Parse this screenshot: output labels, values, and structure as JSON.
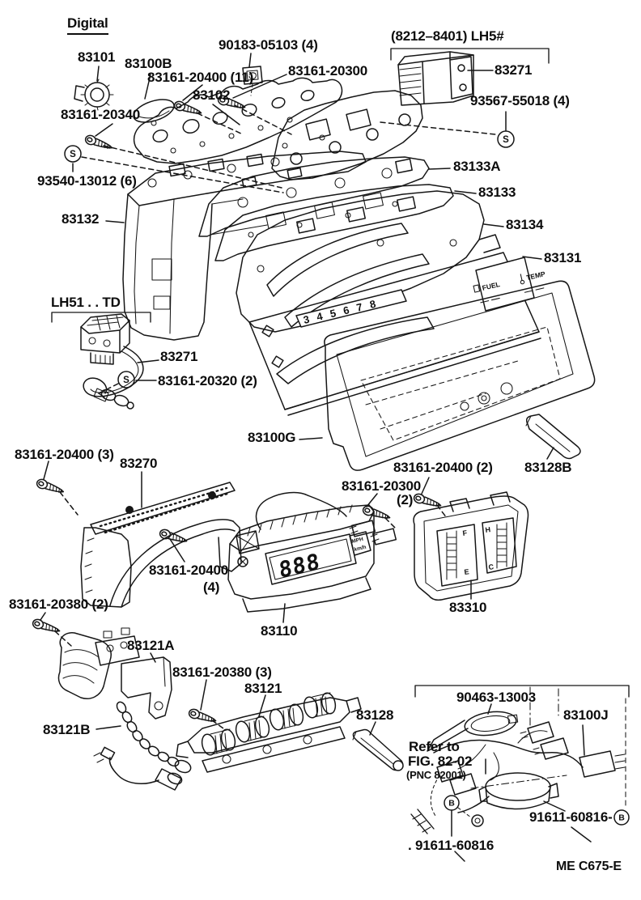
{
  "page": {
    "background": "#ffffff",
    "ink": "#161616",
    "footer_code": "ME  C675-E"
  },
  "headings": {
    "digital": "Digital",
    "variant_top": "(8212–8401)  LH5#",
    "variant_left": "LH51 . . TD"
  },
  "note": {
    "line1": "Refer to",
    "line2": "FIG. 82-02",
    "line3": "(PNC 82001)"
  },
  "symbols": {
    "s": "S",
    "b": "B"
  },
  "dial": {
    "scale_numbers": "3 4 5 6 7 8",
    "fuel": "FUEL",
    "temp": "TEMP"
  },
  "display": {
    "digits": "888",
    "unit_top": "MPH",
    "unit_bottom": "km/h"
  },
  "gauge": {
    "f": "F",
    "e": "E",
    "h": "H",
    "c": "C"
  },
  "callouts": [
    {
      "text": "83101"
    },
    {
      "text": "83100B"
    },
    {
      "text": "90183-05103 (4)"
    },
    {
      "text": "83161-20400 (11)"
    },
    {
      "text": "83161-20300"
    },
    {
      "text": "83102"
    },
    {
      "text": "83271"
    },
    {
      "text": "93567-55018 (4)"
    },
    {
      "text": "83161-20340"
    },
    {
      "text": "93540-13012 (6)"
    },
    {
      "text": "83133A"
    },
    {
      "text": "83133"
    },
    {
      "text": "83132"
    },
    {
      "text": "83134"
    },
    {
      "text": "83131"
    },
    {
      "text": "83271"
    },
    {
      "text": "83161-20320 (2)"
    },
    {
      "text": "83100G"
    },
    {
      "text": "83161-20400 (3)"
    },
    {
      "text": "83270"
    },
    {
      "text": "83161-20400 (2)"
    },
    {
      "text": "83161-20300"
    },
    {
      "text": "(2)"
    },
    {
      "text": "83128B"
    },
    {
      "text": "83161-20400"
    },
    {
      "text": "(4)"
    },
    {
      "text": "83110"
    },
    {
      "text": "83310"
    },
    {
      "text": "83161-20380 (2)"
    },
    {
      "text": "83121A"
    },
    {
      "text": "83161-20380 (3)"
    },
    {
      "text": "83121"
    },
    {
      "text": "83121B"
    },
    {
      "text": "83128"
    },
    {
      "text": "90463-13003"
    },
    {
      "text": "83100J"
    },
    {
      "text": "91611-60816-"
    },
    {
      "text": ". 91611-60816"
    }
  ]
}
